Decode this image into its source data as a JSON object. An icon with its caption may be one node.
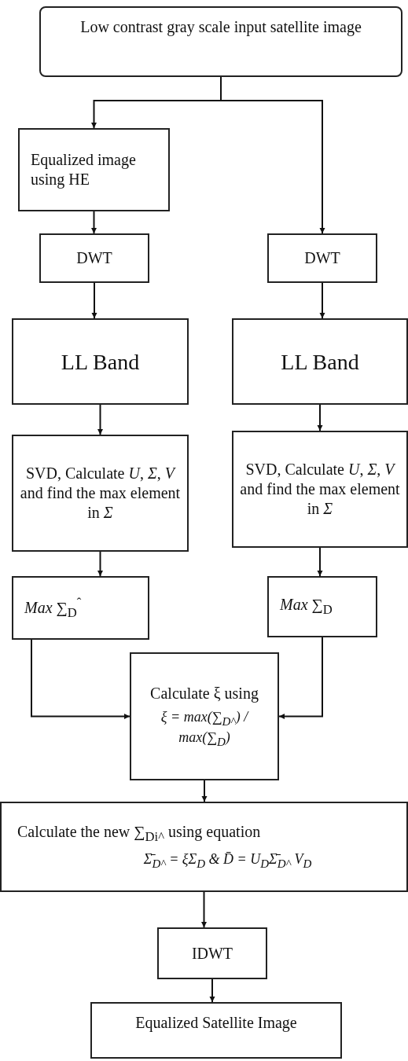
{
  "diagram": {
    "nodes": [
      {
        "text": [
          "Low contrast gray scale input satellite image"
        ]
      },
      {
        "text": [
          "Equalized image using HE"
        ]
      },
      {
        "text": [
          "DWT"
        ]
      },
      {
        "text": [
          "DWT"
        ]
      },
      {
        "text": [
          "LL Band"
        ]
      },
      {
        "text": [
          "LL Band"
        ]
      },
      {
        "text": [
          "SVD, Calculate *U*, *Σ*, *V* and find the max element in *Σ*"
        ]
      },
      {
        "text": [
          "SVD, Calculate *U*, *Σ*, *V* and find the max element in *Σ*"
        ]
      },
      {
        "text": [
          "*Max* ∑$_{D}$$^{ˆ}$"
        ]
      },
      {
        "text": [
          "*Max* ∑$_{D}$"
        ]
      },
      {
        "text": [
          "Calculate ξ using",
          "ξ = max(∑$_{D^}$) / max(∑$_{D}$)"
        ]
      },
      {
        "text": [
          "Calculate the new ∑$_{Di^}$ using equation",
          "Σ̄$_{D^}$ = ξΣ$_{D}$ & D̄ = U$_{D}$Σ̄$_{D^}$ V$_{D}$"
        ]
      },
      {
        "text": [
          "IDWT"
        ]
      },
      {
        "text": [
          "Equalized Satellite Image"
        ]
      }
    ],
    "edges": [
      {
        "from": 0,
        "to": 1,
        "arrow": "to"
      },
      {
        "from": 0,
        "to": 3,
        "arrow": "to"
      },
      {
        "from": 1,
        "to": 2,
        "arrow": "to"
      },
      {
        "from": 2,
        "to": 4,
        "arrow": "to"
      },
      {
        "from": 3,
        "to": 5,
        "arrow": "to"
      },
      {
        "from": 4,
        "to": 6,
        "arrow": "to"
      },
      {
        "from": 5,
        "to": 7,
        "arrow": "to"
      },
      {
        "from": 6,
        "to": 8,
        "arrow": "to"
      },
      {
        "from": 7,
        "to": 9,
        "arrow": "to"
      },
      {
        "from": 8,
        "to": 10,
        "arrow": "to"
      },
      {
        "from": 9,
        "to": 10,
        "arrow": "to"
      },
      {
        "from": 10,
        "to": 11,
        "arrow": "to"
      },
      {
        "from": 11,
        "to": 12,
        "arrow": "to"
      },
      {
        "from": 12,
        "to": 13,
        "arrow": "to"
      }
    ]
  }
}
